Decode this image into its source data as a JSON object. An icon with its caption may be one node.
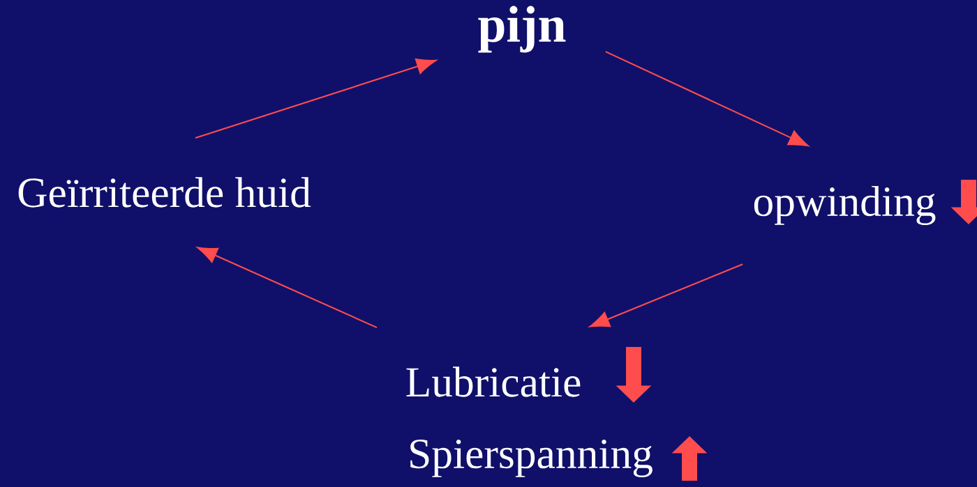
{
  "diagram": {
    "nodes": [
      {
        "text": [
          "pijn"
        ]
      },
      {
        "text": [
          "opwinding"
        ]
      },
      {
        "text": [
          "Lubricatie"
        ]
      },
      {
        "text": [
          "Geïrriteerde huid"
        ]
      }
    ],
    "edges": [
      {
        "from": 3,
        "to": 0,
        "arrow": "to"
      },
      {
        "from": 0,
        "to": 1,
        "arrow": "to"
      },
      {
        "from": 1,
        "to": 2,
        "arrow": "to"
      },
      {
        "from": 2,
        "to": 3,
        "arrow": "to"
      }
    ],
    "labels": [
      "Spierspanning"
    ]
  }
}
